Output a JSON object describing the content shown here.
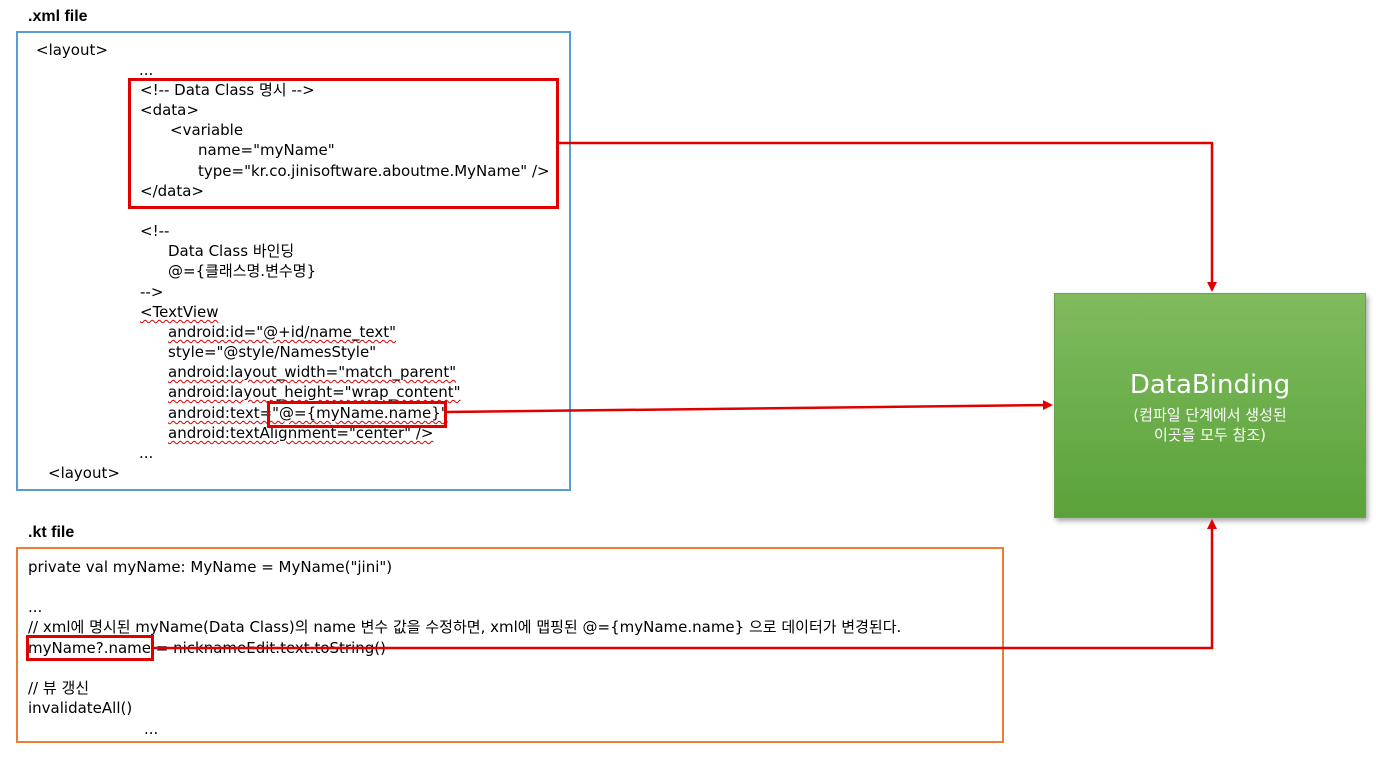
{
  "xml_section": {
    "title": ".xml file",
    "lines": [
      "<layout>",
      "...",
      "<!-- Data Class 명시 -->",
      "<data>",
      "<variable",
      "name=\"myName\"",
      "type=\"kr.co.jinisoftware.aboutme.MyName\" />",
      "</data>",
      "<!--",
      "Data Class 바인딩",
      "@={클래스명.변수명}",
      "-->",
      "<TextView",
      "android:id=\"@+id/name_text\"",
      "style=\"@style/NamesStyle\"",
      "android:layout_width=\"match_parent\"",
      "android:layout_height=\"wrap_content\"",
      "android:text=\"@={myName.name}\"",
      "android:textAlignment=\"center\" />",
      "...",
      "<layout>"
    ]
  },
  "kt_section": {
    "title": ".kt file",
    "lines": [
      "private val myName: MyName = MyName(\"jini\")",
      "...",
      "// xml에 명시된 myName(Data Class)의 name 변수 값을 수정하면, xml에 맵핑된 @={myName.name} 으로 데이터가 변경된다.",
      "myName?.name = nicknameEdit.text.toString()",
      "// 뷰 갱신",
      "invalidateAll()",
      "..."
    ]
  },
  "databinding": {
    "title": "DataBinding",
    "subtitle_line1": "(컴파일 단계에서 생성된",
    "subtitle_line2": "이곳을 모두 참조)"
  },
  "colors": {
    "xml_border": "#5b9bd5",
    "kt_border": "#ed7d31",
    "highlight": "#e00000",
    "databinding_fill": "#6aaf47"
  }
}
